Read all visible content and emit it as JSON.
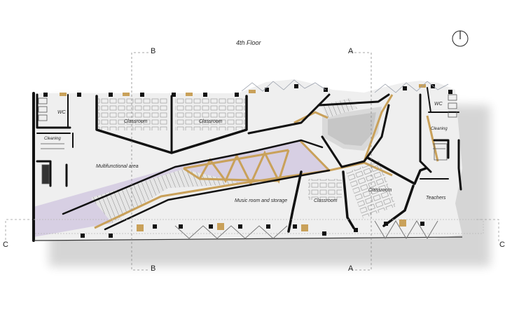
{
  "title": "4th Floor",
  "sections": {
    "a": "A",
    "b": "B",
    "c": "C"
  },
  "rooms": {
    "wc": "WC",
    "cleaning": "Cleaning",
    "classroom": "Classroom",
    "multifunctional": "Multifunctional area",
    "music": "Music room and storage",
    "teachers": "Teachers"
  },
  "icons": {
    "north": "north-arrow-icon"
  },
  "colors": {
    "wall": "#111111",
    "timber": "#c9a15a",
    "glazing": "#cfc4df",
    "floor": "#efefef"
  }
}
